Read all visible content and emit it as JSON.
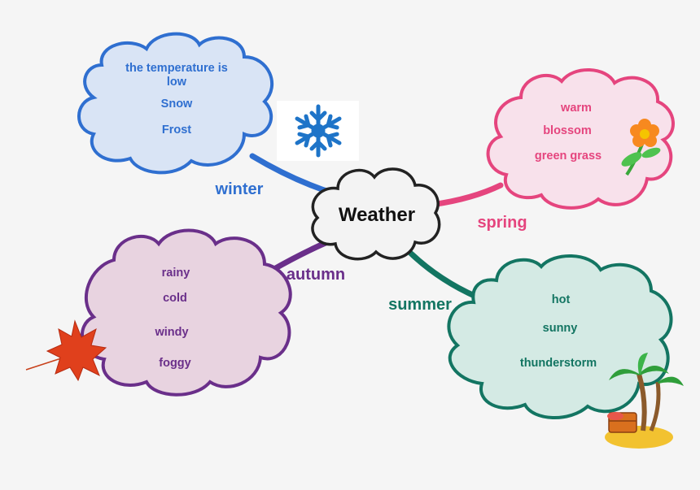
{
  "center": {
    "label": "Weather"
  },
  "colors": {
    "winter": "#2f6fd0",
    "spring": "#e5457e",
    "autumn": "#6a2f8a",
    "summer": "#137562"
  },
  "winter": {
    "label": "winter",
    "items": [
      "the temperature is low",
      "Snow",
      "Frost"
    ],
    "icon": "snowflake-icon"
  },
  "spring": {
    "label": "spring",
    "items": [
      "warm",
      "blossom",
      "green grass"
    ],
    "icon": "flower-icon"
  },
  "autumn": {
    "label": "autumn",
    "items": [
      "rainy",
      "cold",
      "windy",
      "foggy"
    ],
    "icon": "maple-leaf-icon"
  },
  "summer": {
    "label": "summer",
    "items": [
      "hot",
      "sunny",
      "thunderstorm"
    ],
    "icon": "palm-island-icon"
  }
}
